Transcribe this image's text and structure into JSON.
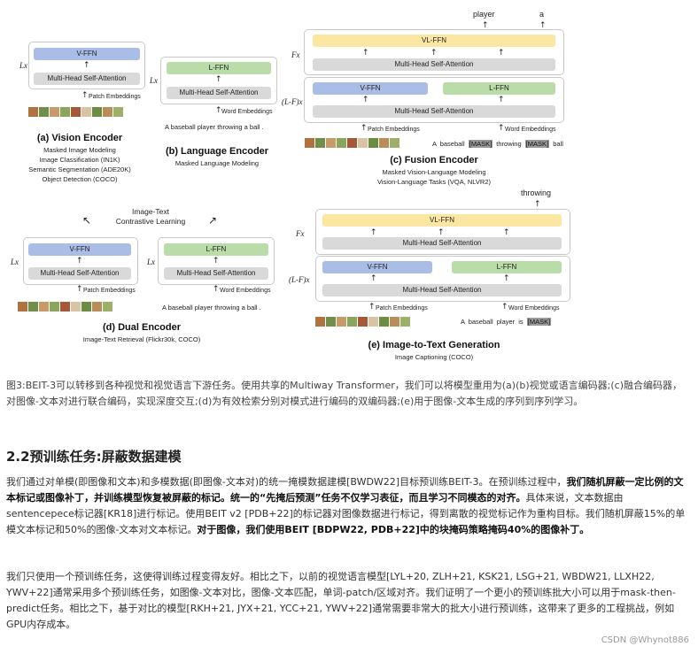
{
  "figure": {
    "vision_encoder": {
      "repeat": "Lx",
      "ffn": "V-FFN",
      "attn": "Multi-Head Self-Attention",
      "input_label": "Patch Embeddings",
      "title": "(a) Vision Encoder",
      "tasks": [
        "Masked Image Modeling",
        "Image Classification (IN1K)",
        "Semantic Segmentation (ADE20K)",
        "Object Detection (COCO)"
      ]
    },
    "language_encoder": {
      "repeat": "Lx",
      "ffn": "L-FFN",
      "attn": "Multi-Head Self-Attention",
      "input_label": "Word Embeddings",
      "input_text": "A  baseball  player  throwing  a  ball  .",
      "title": "(b) Language Encoder",
      "tasks": [
        "Masked Language Modeling"
      ]
    },
    "fusion_encoder": {
      "outputs": [
        "player",
        "a"
      ],
      "top_repeat": "Fx",
      "top_ffn": "VL-FFN",
      "top_attn": "Multi-Head Self-Attention",
      "bottom_repeat": "(L-F)x",
      "v_ffn": "V-FFN",
      "l_ffn": "L-FFN",
      "bottom_attn": "Multi-Head Self-Attention",
      "patch_label": "Patch Embeddings",
      "word_label": "Word Embeddings",
      "text_tokens": [
        "A",
        "baseball",
        "[MASK]",
        "throwing",
        "[MASK]",
        "ball"
      ],
      "title": "(c) Fusion Encoder",
      "tasks": [
        "Masked Vision-Language Modeling",
        "Vision-Language Tasks (VQA, NLVR2)"
      ]
    },
    "dual_encoder": {
      "contrastive": "Image-Text\nContrastive Learning",
      "repeat_left": "Lx",
      "repeat_right": "Lx",
      "v_ffn": "V-FFN",
      "l_ffn": "L-FFN",
      "attn": "Multi-Head Self-Attention",
      "patch_label": "Patch Embeddings",
      "word_label": "Word Embeddings",
      "input_text": "A  baseball  player  throwing  a  ball  .",
      "title": "(d) Dual Encoder",
      "tasks": [
        "Image-Text Retrieval (Flickr30k, COCO)"
      ]
    },
    "i2t_generation": {
      "output": "throwing",
      "top_repeat": "Fx",
      "top_ffn": "VL-FFN",
      "top_attn": "Multi-Head Self-Attention",
      "bottom_repeat": "(L-F)x",
      "v_ffn": "V-FFN",
      "l_ffn": "L-FFN",
      "bottom_attn": "Multi-Head Self-Attention",
      "patch_label": "Patch Embeddings",
      "word_label": "Word Embeddings",
      "text_tokens": [
        "A",
        "baseball",
        "player",
        "is",
        "[MASK]"
      ],
      "title": "(e) Image-to-Text Generation",
      "tasks": [
        "Image Captioning (COCO)"
      ]
    },
    "patch_colors": [
      "#b0723f",
      "#6f8f4a",
      "#c79a6a",
      "#8aa65c",
      "#a5583a",
      "#d8c3a5",
      "#6d8c43",
      "#b98d57",
      "#9db06a"
    ]
  },
  "caption": "图3:BEIT-3可以转移到各种视觉和视觉语言下游任务。使用共享的Multiway Transformer，我们可以将模型重用为(a)(b)视觉或语言编码器;(c)融合编码器，对图像-文本对进行联合编码，实现深度交互;(d)为有效检索分别对模式进行编码的双编码器;(e)用于图像-文本生成的序列到序列学习。",
  "section_title": "2.2预训练任务:屏蔽数据建模",
  "para1": {
    "t1": "我们通过对单模(即图像和文本)和多模数据(即图像-文本对)的统一掩模数据建模[BWDW22]目标预训练BEIT-3。在预训练过程中，",
    "b1": "我们随机屏蔽一定比例的文本标记或图像补丁，并训练模型恢复被屏蔽的标记。统一的“先掩后预测”任务不仅学习表征，而且学习不同模态的对齐。",
    "t2": "具体来说，文本数据由sentencepece标记器[KR18]进行标记。使用BEIT v2 [PDB+22]的标记器对图像数据进行标记，得到离散的视觉标记作为重构目标。我们随机屏蔽15%的单模文本标记和50%的图像-文本对文本标记。",
    "b2": "对于图像，我们使用BEIT [BDPW22, PDB+22]中的块掩码策略掩码40%的图像补丁。"
  },
  "para2": "我们只使用一个预训练任务，这使得训练过程变得友好。相比之下，以前的视觉语言模型[LYL+20, ZLH+21, KSK21, LSG+21, WBDW21, LLXH22, YWV+22]通常采用多个预训练任务，如图像-文本对比，图像-文本匹配，单词-patch/区域对齐。我们证明了一个更小的预训练批大小可以用于mask-then-predict任务。相比之下，基于对比的模型[RKH+21, JYX+21, YCC+21, YWV+22]通常需要非常大的批大小进行预训练，这带来了更多的工程挑战，例如GPU内存成本。",
  "watermark": "CSDN @Whynot886"
}
